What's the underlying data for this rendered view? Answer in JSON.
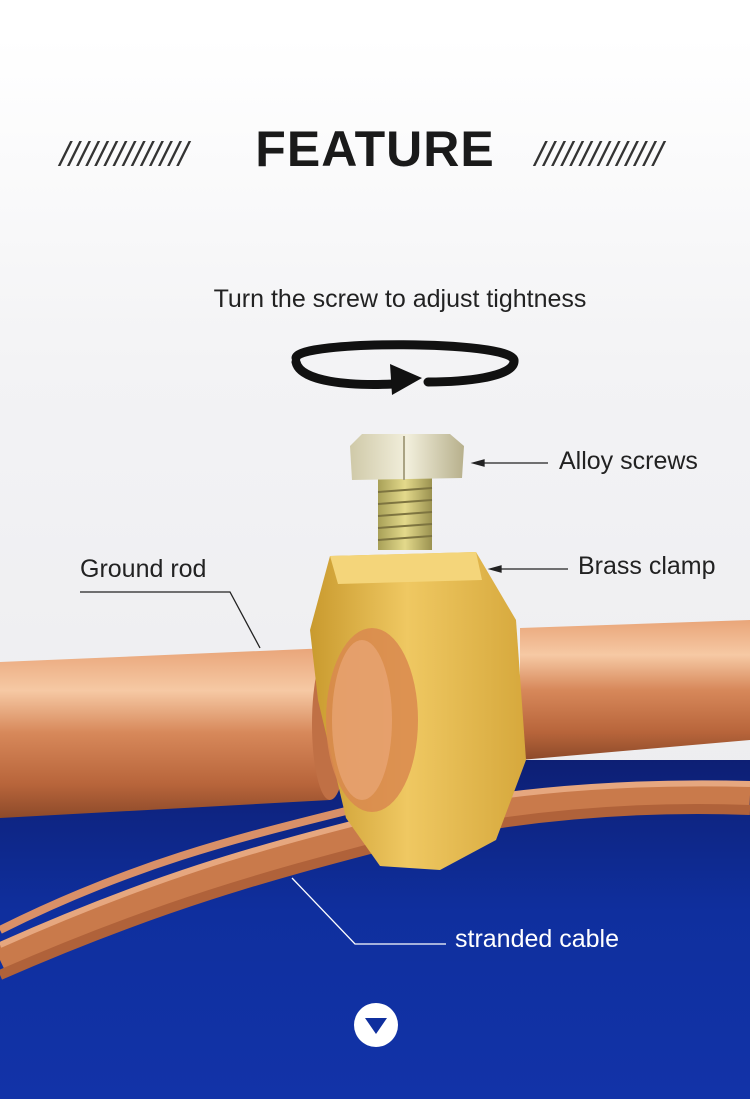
{
  "header": {
    "title": "FEATURE",
    "decoration_left": "//////////////",
    "decoration_right": "//////////////"
  },
  "instruction": "Turn the screw to adjust tightness",
  "icons": [
    "rotation-arrow-icon",
    "chevron-down-icon"
  ],
  "callouts": {
    "alloy_screws": "Alloy screws",
    "brass_clamp": "Brass clamp",
    "ground_rod": "Ground rod",
    "stranded_cable": "stranded cable"
  },
  "colors": {
    "accent_blue": "#0f2f9e",
    "copper": "#d98a5a",
    "brass": "#e2b440"
  }
}
